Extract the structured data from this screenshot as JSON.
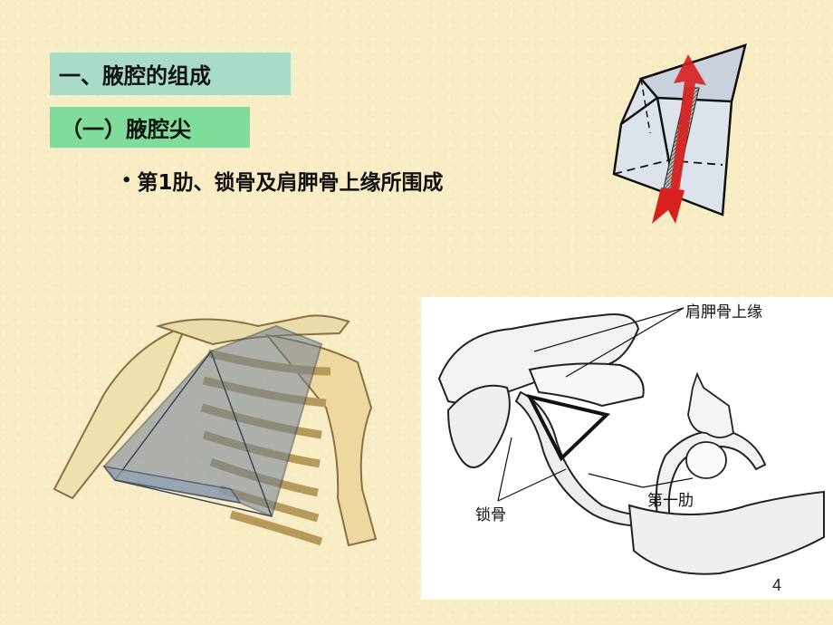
{
  "slide": {
    "heading": "一、腋腔的组成",
    "subheading": "（一）腋腔尖",
    "bullet_marker": "•",
    "bullet_text": "第1肋、锁骨及肩胛骨上缘所围成",
    "page_number": "4"
  },
  "figure_labels": {
    "scapula_upper_border": "肩胛骨上缘",
    "clavicle": "锁骨",
    "first_rib": "第一肋"
  },
  "colors": {
    "background": "#f7ecc4",
    "heading_box": "#a8dcc8",
    "subheading_box": "#7fdc9a",
    "arrow_red": "#d8201e"
  }
}
